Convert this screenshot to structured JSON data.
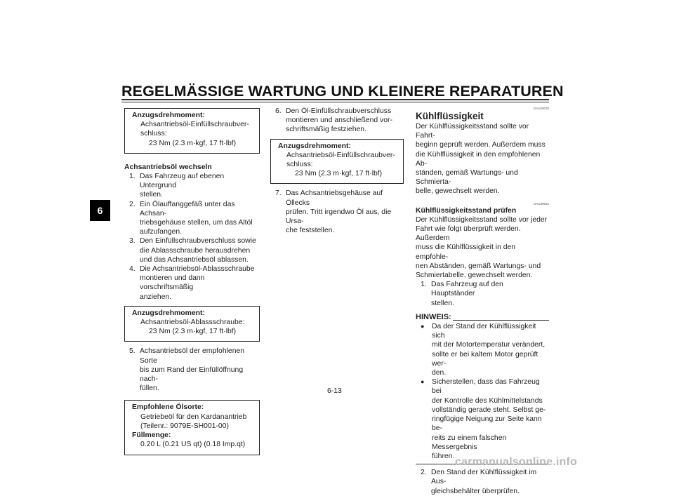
{
  "header": {
    "title": "REGELMÄSSIGE WARTUNG UND KLEINERE REPARATUREN"
  },
  "chapter_tab": "6",
  "page_number": "6-13",
  "watermark": "carmanualsonline.info",
  "col1": {
    "box1": {
      "head": "Anzugsdrehmoment:",
      "line1": "Achsantriebsöl-Einfüllschraubver-",
      "line2": "schluss:",
      "value": "23 Nm (2.3 m·kgf, 17 ft·lbf)"
    },
    "heading": "Achsantriebsöl wechseln",
    "steps": [
      {
        "n": "1.",
        "lines": [
          "Das Fahrzeug auf ebenen Untergrund",
          "stellen."
        ]
      },
      {
        "n": "2.",
        "lines": [
          "Ein Ölauffanggefäß unter das Achsan-",
          "triebsgehäuse stellen, um das Altöl",
          "aufzufangen."
        ]
      },
      {
        "n": "3.",
        "lines": [
          "Den Einfüllschraubverschluss sowie",
          "die Ablassschraube herausdrehen",
          "und das Achsantriebsöl ablassen."
        ]
      },
      {
        "n": "4.",
        "lines": [
          "Die Achsantriebsöl-Ablassschraube",
          "montieren und dann vorschriftsmäßig",
          "anziehen."
        ]
      }
    ],
    "box2": {
      "head": "Anzugsdrehmoment:",
      "line1": "Achsantriebsöl-Ablassschraube:",
      "value": "23 Nm (2.3 m·kgf, 17 ft·lbf)"
    },
    "step5": {
      "n": "5.",
      "lines": [
        "Achsantriebsöl der empfohlenen Sorte",
        "bis zum Rand der Einfüllöffnung nach-",
        "füllen."
      ]
    },
    "box3": {
      "head": "Empfohlene Ölsorte:",
      "line1": "Getriebeöl für den Kardanantrieb",
      "line2": "(Teilenr.: 9079E-SH001-00)",
      "head2": "Füllmenge:",
      "value": "0.20 L (0.21 US qt) (0.18 Imp.qt)"
    }
  },
  "col2": {
    "step6": {
      "n": "6.",
      "lines": [
        "Den Öl-Einfüllschraubverschluss",
        "montieren und anschließend vor-",
        "schriftsmäßig festziehen."
      ]
    },
    "box": {
      "head": "Anzugsdrehmoment:",
      "line1": "Achsantriebsöl-Einfüllschraubver-",
      "line2": "schluss:",
      "value": "23 Nm (2.3 m·kgf, 17 ft·lbf)"
    },
    "step7": {
      "n": "7.",
      "lines": [
        "Das Achsantriebsgehäuse auf Öllecks",
        "prüfen. Tritt irgendwo Öl aus, die Ursa-",
        "che feststellen."
      ]
    }
  },
  "col3": {
    "code1": "GAU20070",
    "heading": "Kühlflüssigkeit",
    "para1": [
      "Der Kühlflüssigkeitsstand sollte vor Fahrt-",
      "beginn geprüft werden. Außerdem muss",
      "die Kühlflüssigkeit in den empfohlenen Ab-",
      "ständen, gemäß Wartungs- und Schmierta-",
      "belle, gewechselt werden."
    ],
    "code2": "GAU39512",
    "subheading": "Kühlflüssigkeitsstand prüfen",
    "para2": [
      "Der Kühlflüssigkeitsstand sollte vor jeder",
      "Fahrt wie folgt überprüft werden. Außerdem",
      "muss die Kühlflüssigkeit in den empfohle-",
      "nen Abständen, gemäß Wartungs- und",
      "Schmiertabelle, gewechselt werden."
    ],
    "step1": {
      "n": "1.",
      "lines": [
        "Das Fahrzeug auf den Hauptständer",
        "stellen."
      ]
    },
    "hinweis": "HINWEIS:",
    "bullets": [
      [
        "Da der Stand der Kühlflüssigkeit sich",
        "mit der Motortemperatur verändert,",
        "sollte er bei kaltem Motor geprüft wer-",
        "den."
      ],
      [
        "Sicherstellen, dass das Fahrzeug bei",
        "der Kontrolle des Kühlmittelstands",
        "vollständig gerade steht. Selbst ge-",
        "ringfügige Neigung zur Seite kann be-",
        "reits zu einem falschen Messergebnis",
        "führen."
      ]
    ],
    "step2": {
      "n": "2.",
      "lines": [
        "Den Stand der Kühlflüssigkeit im Aus-",
        "gleichsbehälter überprüfen."
      ]
    }
  }
}
